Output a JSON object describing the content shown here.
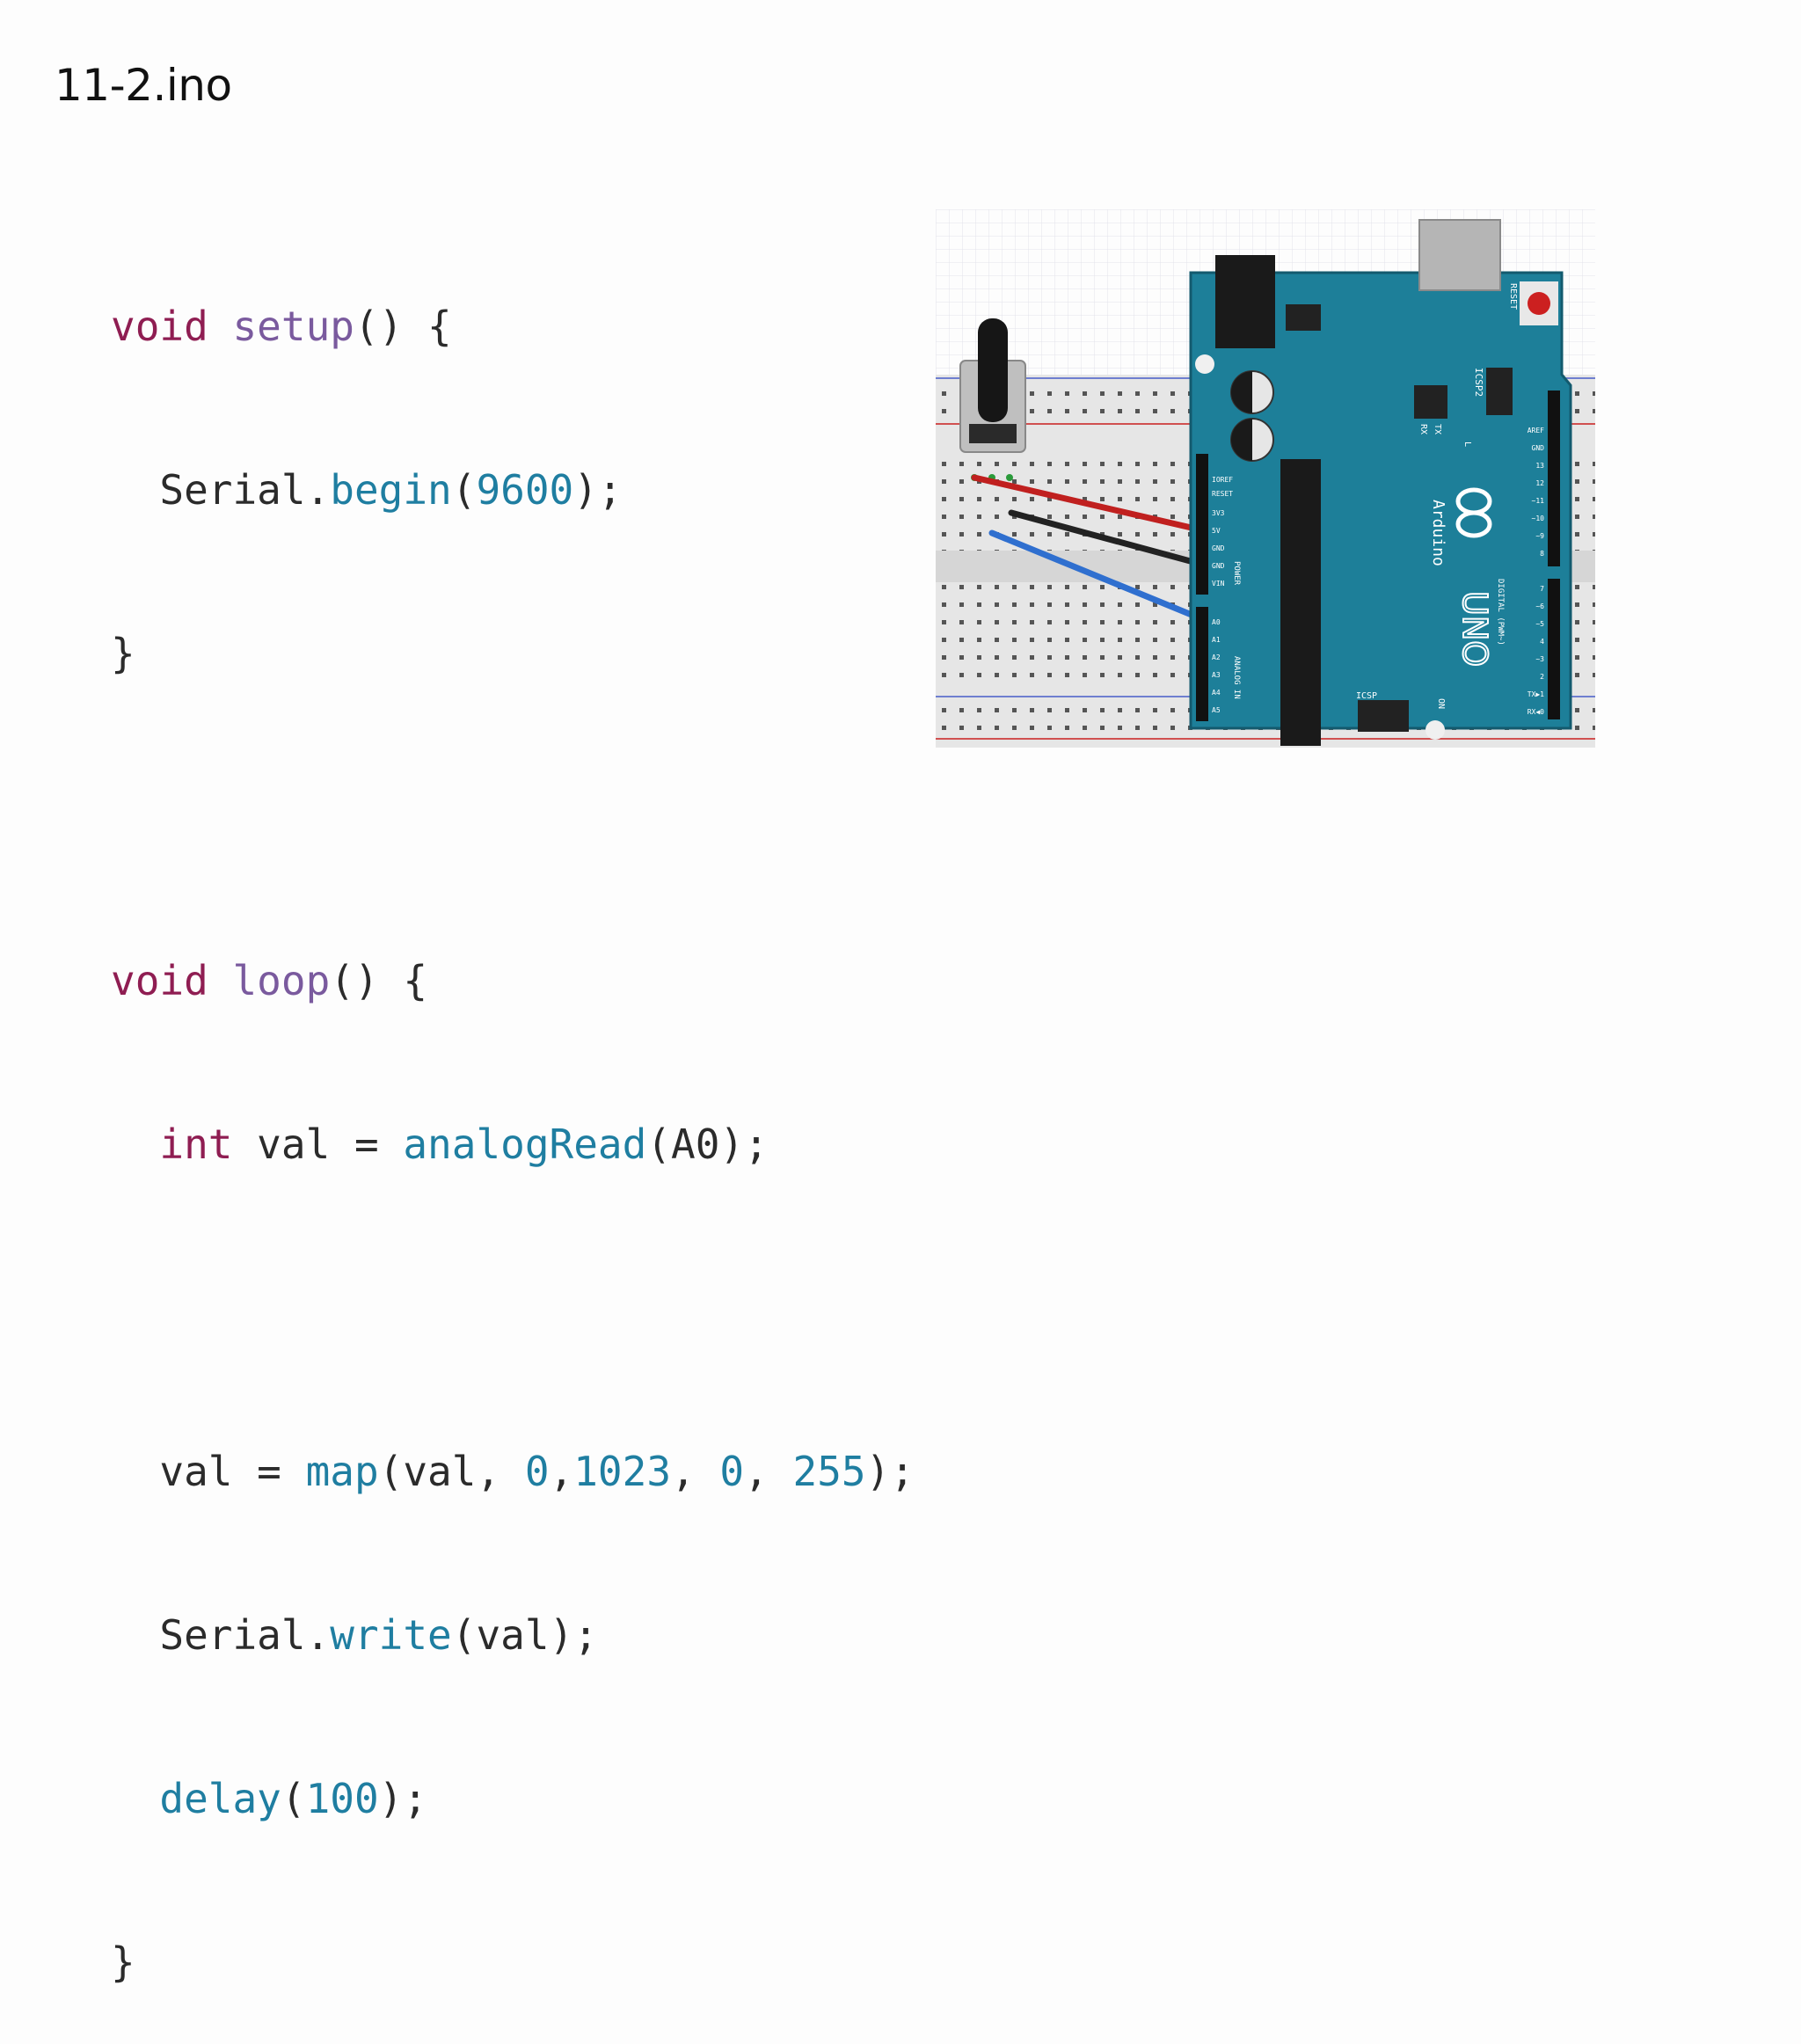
{
  "title": "11-2.ino",
  "code": {
    "kw_void": "void",
    "kw_int": "int",
    "fn_setup": "setup",
    "fn_loop": "loop",
    "sig_tail": "() {",
    "close": "}",
    "serial": "Serial.",
    "begin": "begin",
    "baud": "9600",
    "paren_open": "(",
    "end_stmt": ");",
    "val_decl": " val = ",
    "analogRead": "analogRead",
    "a0_arg": "(A0);",
    "val_assign": "val = ",
    "map": "map",
    "map_arg1": "(val, ",
    "zero": "0",
    "comma_tight": ",",
    "in_max": "1023",
    "comma_space": ", ",
    "out_max": "255",
    "write": "write",
    "write_arg": "(val);",
    "delay": "delay",
    "delay_ms": "100"
  },
  "board_labels": {
    "brand": "Arduino",
    "model": "UNO",
    "reset": "RESET",
    "icsp2": "ICSP2",
    "icsp": "ICSP",
    "on": "ON",
    "tx": "TX",
    "rx": "RX",
    "l": "L",
    "power": "POWER",
    "analog_in": "ANALOG IN",
    "digital": "DIGITAL (PWM~)",
    "aref": "AREF",
    "gnd": "GND",
    "ioref": "IOREF",
    "reset_pin": "RESET",
    "v33": "3V3",
    "v5": "5V",
    "gnd1": "GND",
    "gnd2": "GND",
    "vin": "VIN",
    "a0": "A0",
    "a1": "A1",
    "a2": "A2",
    "a3": "A3",
    "a4": "A4",
    "a5": "A5",
    "d13": "13",
    "d12": "12",
    "d11": "~11",
    "d10": "~10",
    "d9": "~9",
    "d8": "8",
    "d7": "7",
    "d6": "~6",
    "d5": "~5",
    "d4": "4",
    "d3": "~3",
    "d2": "2",
    "d1": "TX▶1",
    "d0": "RX◀0"
  },
  "colors": {
    "keyword": "#8f1d52",
    "function": "#7a5a9e",
    "call": "#1f7ea1",
    "board": "#1d7f99",
    "wire_5v": "#c0201f",
    "wire_gnd": "#222222",
    "wire_a0": "#2f6fcf"
  }
}
